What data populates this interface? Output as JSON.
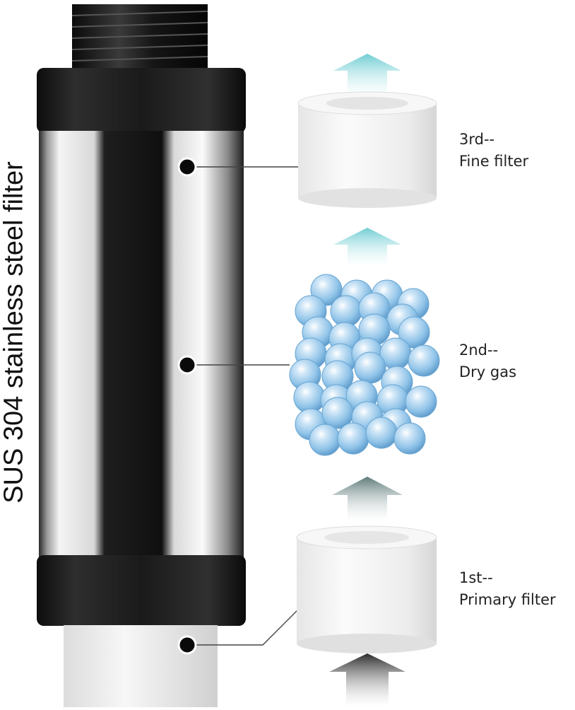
{
  "vertical_title": "SUS 304 stainless steel filter",
  "stages": [
    {
      "number": "3rd--",
      "name": "Fine filter"
    },
    {
      "number": "2nd--",
      "name": "Dry gas"
    },
    {
      "number": "1st--",
      "name": "Primary filter"
    }
  ],
  "colors": {
    "housing": "#1c1c1c",
    "chrome_highlight": "#f4f4f4",
    "filter_white": "#f3f3f3",
    "bead_blue": "#8fc3e8",
    "arrow_cyan": "#7fd3d8",
    "arrow_gray": "#6f8787",
    "arrow_dark": "#333333"
  }
}
